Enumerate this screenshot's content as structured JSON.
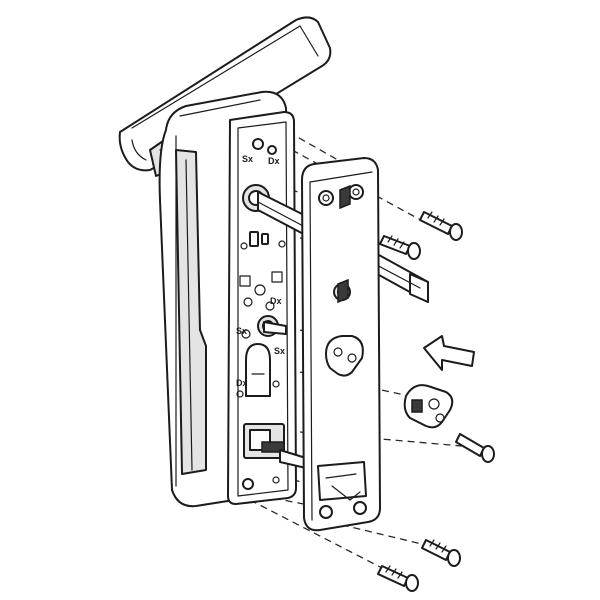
{
  "drawing": {
    "line_color": "#1c1c1c",
    "background": "#ffffff",
    "marks": {
      "sx_top": "Sx",
      "dx_top": "Dx",
      "dx_mid": "Dx",
      "sx_mid": "Sx",
      "sx_cyl": "Sx",
      "dx_cyl": "Dx"
    }
  }
}
